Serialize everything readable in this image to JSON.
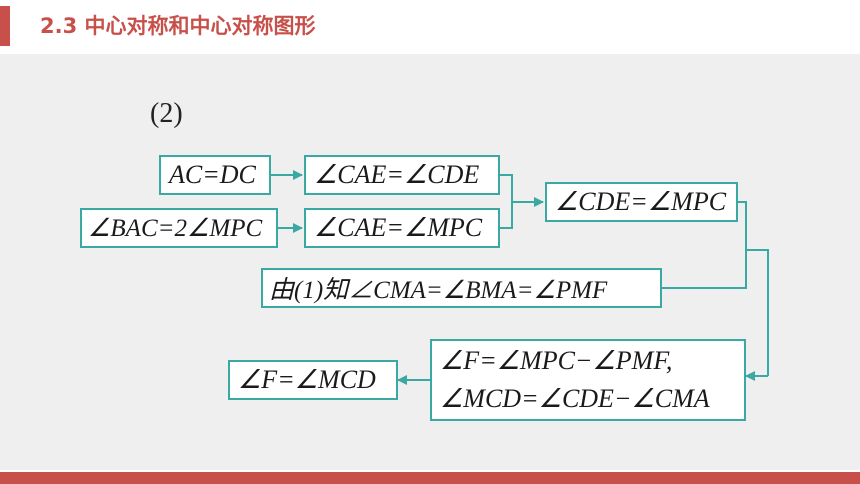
{
  "header": {
    "title": "2.3 中心对称和中心对称图形"
  },
  "colors": {
    "accent": "#c8504a",
    "title": "#c8504a",
    "content_bg": "#efefef",
    "box_border": "#3aa9a4",
    "arrow": "#3aa9a4"
  },
  "diagram": {
    "label": "(2)",
    "boxes": {
      "ac_dc": "AC=DC",
      "cae_cde": "∠CAE=∠CDE",
      "bac_2mpc": "∠BAC=2∠MPC",
      "cae_mpc": "∠CAE=∠MPC",
      "cde_mpc": "∠CDE=∠MPC",
      "from_1": "由(1)知∠CMA=∠BMA=∠PMF",
      "f_line1": "∠F=∠MPC−∠PMF,",
      "f_line2": "∠MCD=∠CDE−∠CMA",
      "f_mcd": "∠F=∠MCD"
    }
  }
}
